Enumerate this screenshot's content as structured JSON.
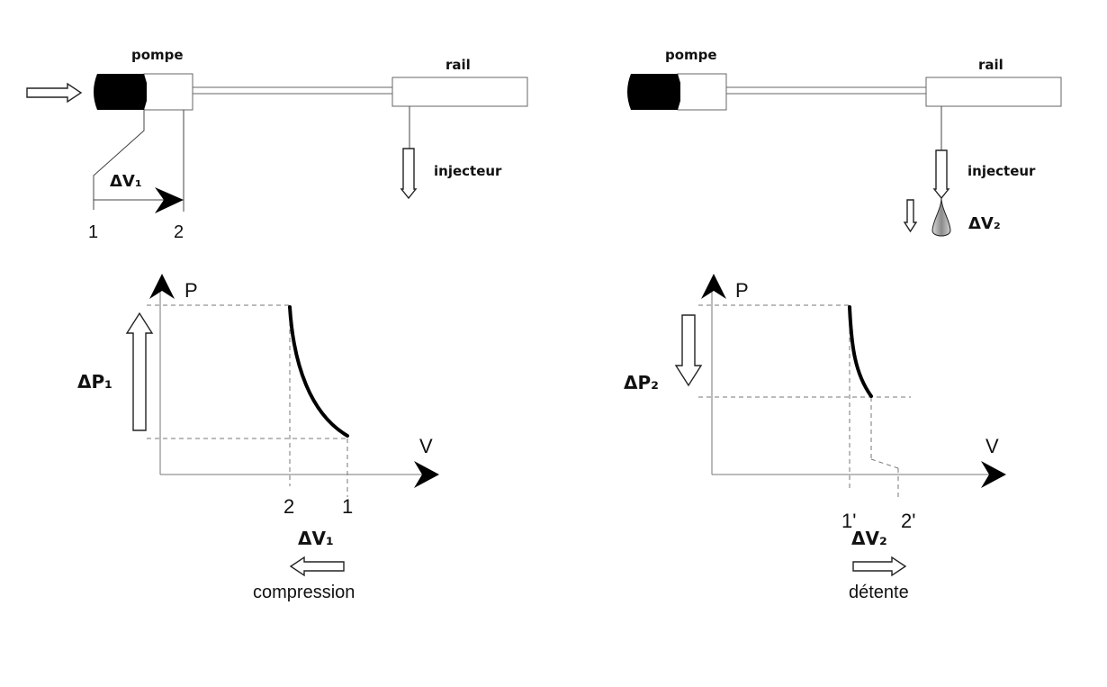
{
  "left": {
    "pump_label": "pompe",
    "rail_label": "rail",
    "injector_label": "injecteur",
    "dv_top": "ΔV₁",
    "tick_1": "1",
    "tick_2": "2",
    "axis_p": "P",
    "axis_v": "V",
    "dp_label": "ΔP₁",
    "v_tick_a": "2",
    "v_tick_b": "1",
    "dv_bottom": "ΔV₁",
    "process": "compression"
  },
  "right": {
    "pump_label": "pompe",
    "rail_label": "rail",
    "injector_label": "injecteur",
    "dv_drop": "ΔV₂",
    "axis_p": "P",
    "axis_v": "V",
    "dp_label": "ΔP₂",
    "v_tick_a": "1'",
    "v_tick_b": "2'",
    "dv_bottom": "ΔV₂",
    "process": "détente"
  },
  "colors": {
    "ink": "#000000",
    "piston": "#000000",
    "droplet": "#9a9a9a"
  }
}
